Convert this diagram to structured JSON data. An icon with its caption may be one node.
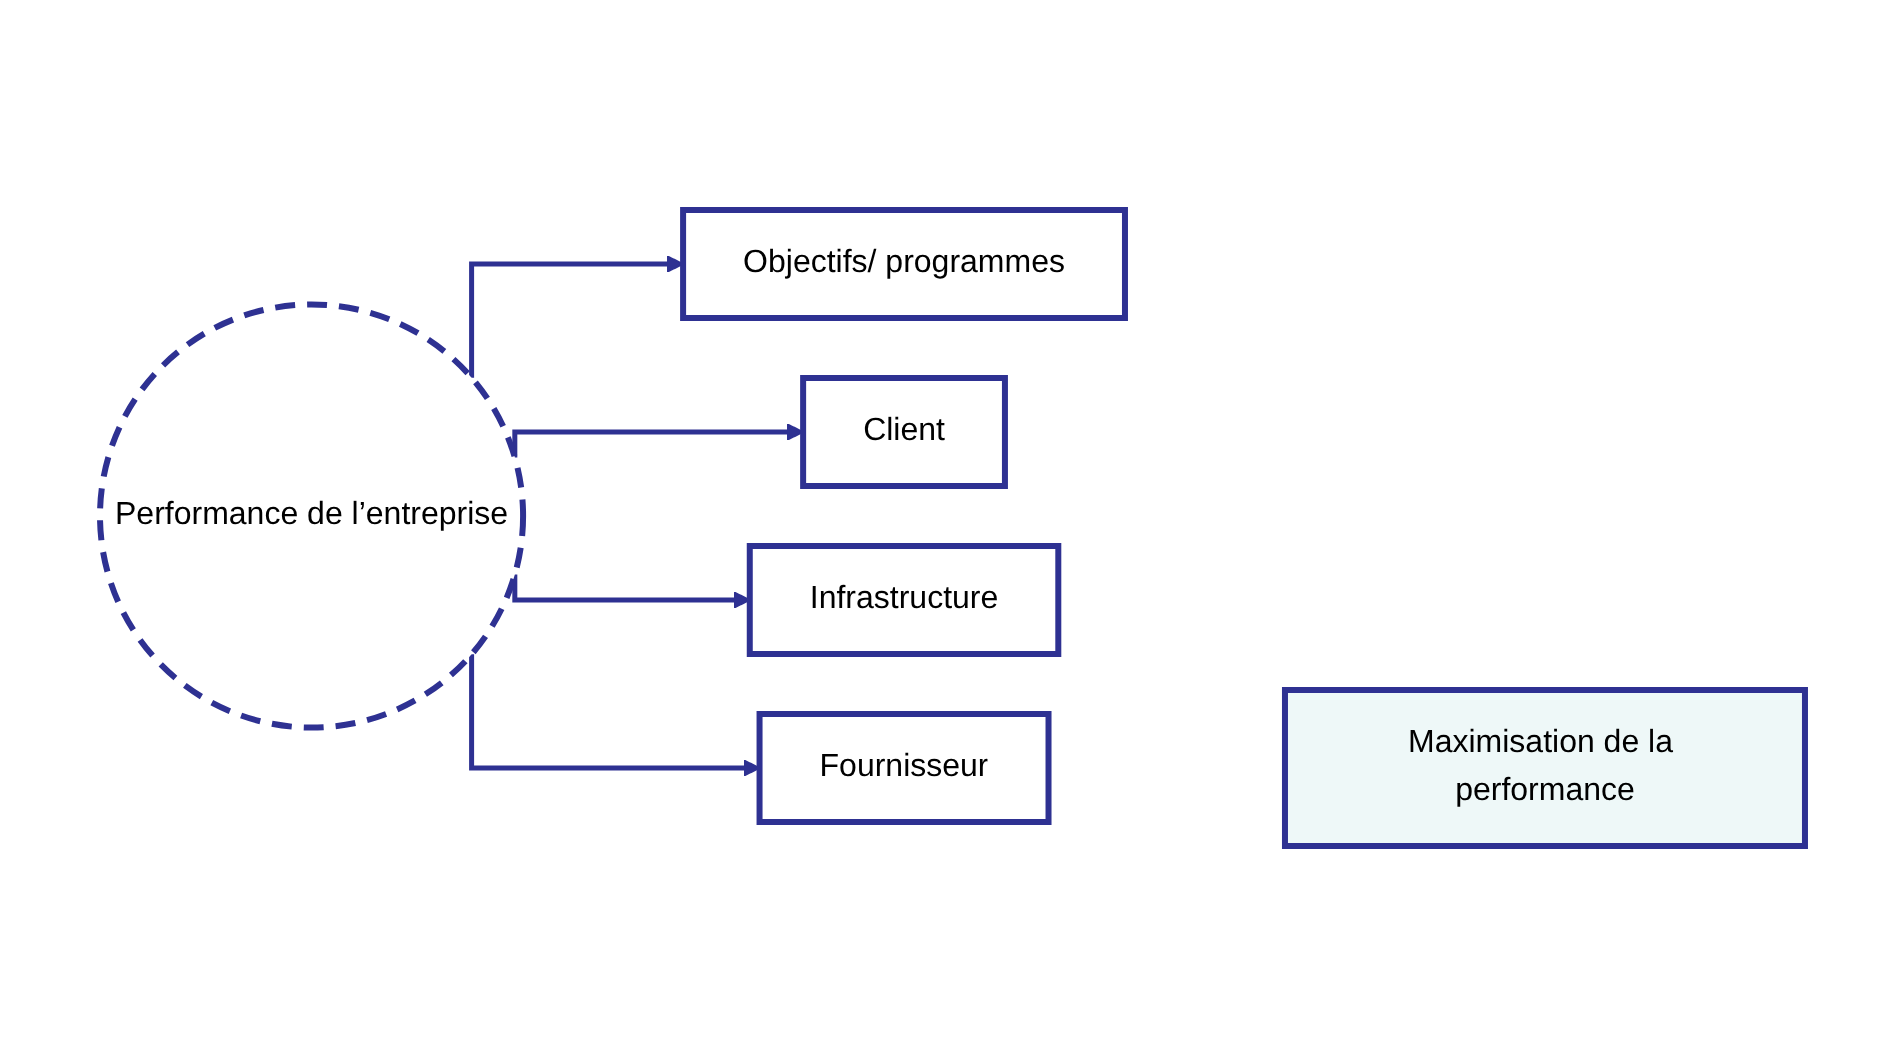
{
  "diagram": {
    "nodes": [
      {
        "text": [
          "Performance de l’entreprise"
        ]
      },
      {
        "text": [
          "Objectifs/ programmes"
        ]
      },
      {
        "text": [
          "Client"
        ]
      },
      {
        "text": [
          "Infrastructure"
        ]
      },
      {
        "text": [
          "Fournisseur"
        ]
      },
      {
        "text": [
          "Maximisation de la performance"
        ]
      }
    ],
    "edges": [
      {
        "from": 0,
        "to": 1,
        "arrow": "to"
      },
      {
        "from": 0,
        "to": 2,
        "arrow": "to"
      },
      {
        "from": 0,
        "to": 3,
        "arrow": "to"
      },
      {
        "from": 0,
        "to": 4,
        "arrow": "to"
      }
    ]
  }
}
